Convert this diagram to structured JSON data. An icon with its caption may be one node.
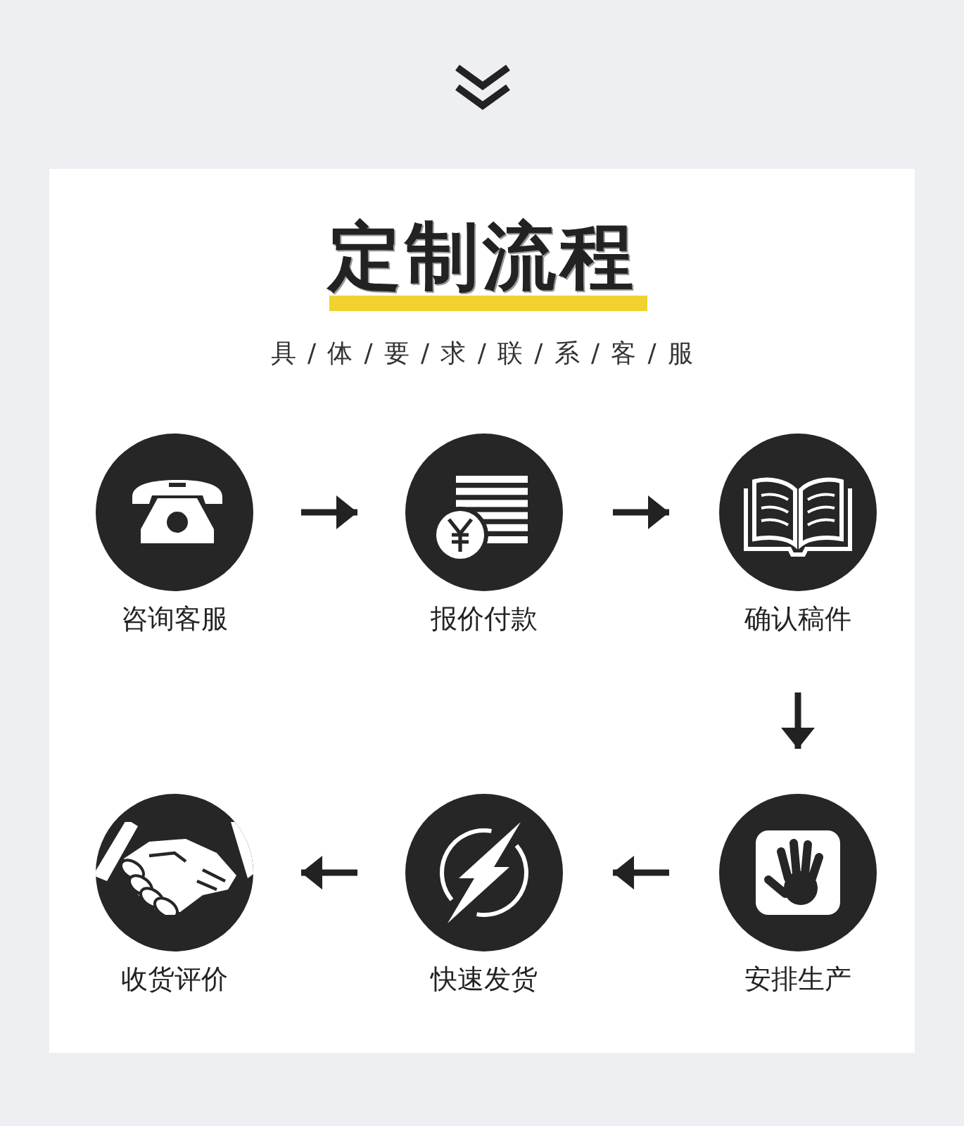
{
  "diagram": {
    "title": "定制流程",
    "nodes": [
      {
        "text": [
          "咨询客服"
        ]
      },
      {
        "text": [
          "报价付款"
        ]
      },
      {
        "text": [
          "确认稿件"
        ]
      },
      {
        "text": [
          "安排生产"
        ]
      },
      {
        "text": [
          "快速发货"
        ]
      },
      {
        "text": [
          "收货评价"
        ]
      }
    ],
    "edges": [
      {
        "from": 0,
        "to": 1,
        "arrow": "to"
      },
      {
        "from": 1,
        "to": 2,
        "arrow": "to"
      },
      {
        "from": 2,
        "to": 3,
        "arrow": "to"
      },
      {
        "from": 3,
        "to": 4,
        "arrow": "to"
      },
      {
        "from": 4,
        "to": 5,
        "arrow": "to"
      }
    ],
    "labels": [
      "具 / 体 / 要 / 求 / 联 / 系 / 客 / 服"
    ]
  }
}
